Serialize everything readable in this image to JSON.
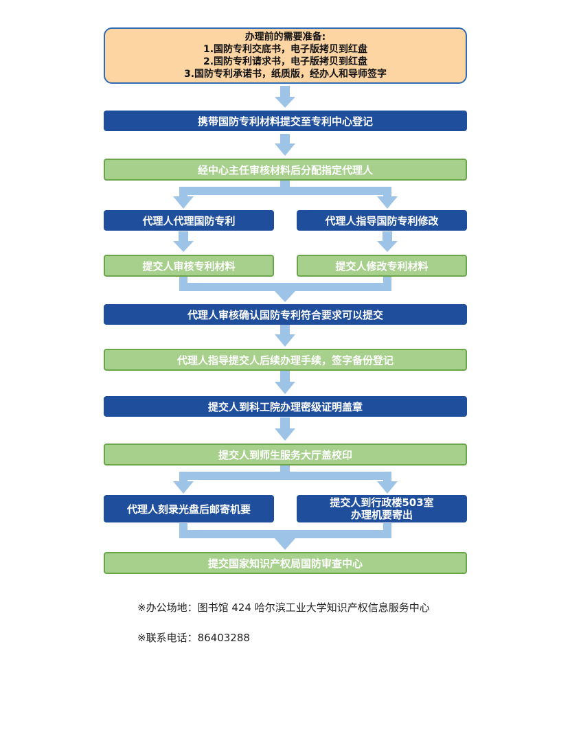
{
  "prep": {
    "title": "办理前的需要准备:",
    "items": [
      "1.国防专利交底书，电子版拷贝到红盘",
      "2.国防专利请求书，电子版拷贝到红盘",
      "3.国防专利承诺书，纸质版，经办人和导师签字"
    ]
  },
  "steps": {
    "submit_to_center": "携带国防专利材料提交至专利中心登记",
    "assign_agent": "经中心主任审核材料后分配指定代理人",
    "agent_proxy": "代理人代理国防专利",
    "agent_guide_modify": "代理人指导国防专利修改",
    "submitter_review": "提交人审核专利材料",
    "submitter_modify": "提交人修改专利材料",
    "agent_confirm": "代理人审核确认国防专利符合要求可以提交",
    "agent_guide_followup": "代理人指导提交人后续办理手续，签字备份登记",
    "secrecy_cert": "提交人到科工院办理密级证明盖章",
    "school_seal": "提交人到师生服务大厅盖校印",
    "agent_mail": "代理人刻录光盘后邮寄机要",
    "submitter_admin_line1": "提交人到行政楼503室",
    "submitter_admin_line2": "办理机要寄出",
    "final_submit": "提交国家知识产权局国防审查中心"
  },
  "footer": {
    "location": "※办公场地：图书馆 424 哈尔滨工业大学知识产权信息服务中心",
    "phone": "※联系电话：86403288"
  },
  "colors": {
    "blue_box": "#1f4f9c",
    "green_box": "#a8d08d",
    "orange_box": "#fcd5a3",
    "arrow": "#9dc3e6"
  }
}
